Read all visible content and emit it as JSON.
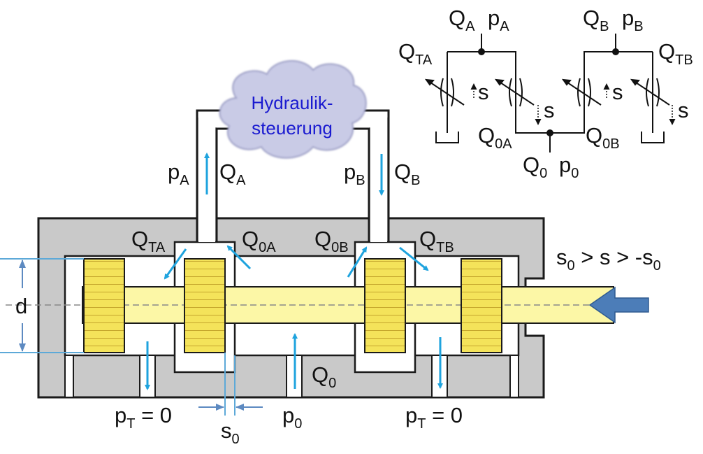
{
  "colors": {
    "housing": "#c9c9c9",
    "housing_stroke": "#1a1a1a",
    "spool": "#fcf7a6",
    "land": "#f4e35a",
    "flow_arrow": "#1ea3de",
    "cloud": "#c9cbe6",
    "cloud_text": "#1a1ad0",
    "push_arrow": "#4c7db8"
  },
  "icons": {
    "push_arrow": "block-arrow-left-icon",
    "throttle": "variable-orifice-icon"
  },
  "cloud": {
    "line1": "Hydraulik-",
    "line2": "steuerung"
  },
  "pipe_labels": {
    "pA": {
      "main": "p",
      "sub": "A"
    },
    "QA": {
      "main": "Q",
      "sub": "A"
    },
    "pB": {
      "main": "p",
      "sub": "B"
    },
    "QB": {
      "main": "Q",
      "sub": "B"
    }
  },
  "port_labels": {
    "QTA": {
      "main": "Q",
      "sub": "TA"
    },
    "Q0A": {
      "main": "Q",
      "sub": "0A"
    },
    "Q0B": {
      "main": "Q",
      "sub": "0B"
    },
    "QTB": {
      "main": "Q",
      "sub": "TB"
    },
    "Q0": {
      "main": "Q",
      "sub": "0"
    }
  },
  "bottom_labels": {
    "pT_left": {
      "main": "p",
      "sub": "T",
      "rest": " = 0"
    },
    "pT_right": {
      "main": "p",
      "sub": "T",
      "rest": " = 0"
    },
    "p0": {
      "main": "p",
      "sub": "0"
    },
    "s0": {
      "main": "s",
      "sub": "0"
    }
  },
  "dimension": {
    "d": "d"
  },
  "condition": {
    "a": "s",
    "a_sub": "0",
    "b": " > s > -s",
    "b_sub": "0"
  },
  "schematic": {
    "QA": {
      "main": "Q",
      "sub": "A"
    },
    "pA": {
      "main": "p",
      "sub": "A"
    },
    "QB": {
      "main": "Q",
      "sub": "B"
    },
    "pB": {
      "main": "p",
      "sub": "B"
    },
    "QTA": {
      "main": "Q",
      "sub": "TA"
    },
    "QTB": {
      "main": "Q",
      "sub": "TB"
    },
    "Q0A": {
      "main": "Q",
      "sub": "0A"
    },
    "Q0B": {
      "main": "Q",
      "sub": "0B"
    },
    "Q0": {
      "main": "Q",
      "sub": "0"
    },
    "p0": {
      "main": "p",
      "sub": "0"
    },
    "s": "s"
  }
}
